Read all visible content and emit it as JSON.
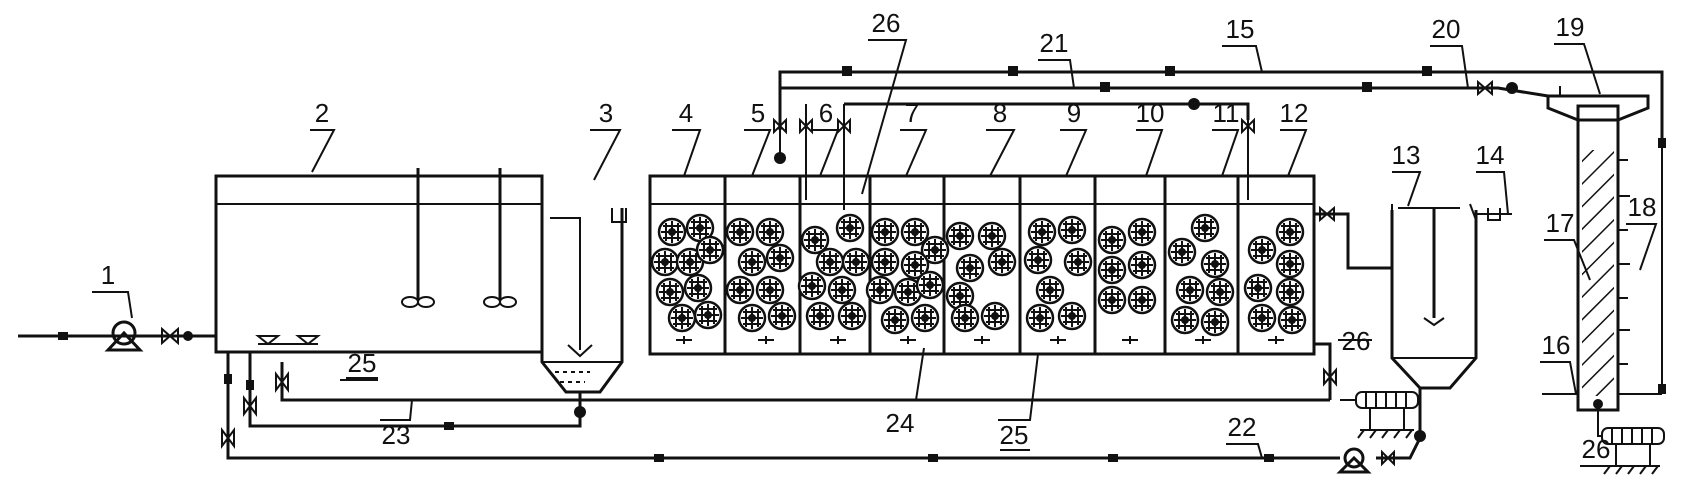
{
  "labels": [
    {
      "id": "n1",
      "text": "1"
    },
    {
      "id": "n2",
      "text": "2"
    },
    {
      "id": "n3",
      "text": "3"
    },
    {
      "id": "n4",
      "text": "4"
    },
    {
      "id": "n5",
      "text": "5"
    },
    {
      "id": "n6",
      "text": "6"
    },
    {
      "id": "n7",
      "text": "7"
    },
    {
      "id": "n8",
      "text": "8"
    },
    {
      "id": "n9",
      "text": "9"
    },
    {
      "id": "n10",
      "text": "10"
    },
    {
      "id": "n11",
      "text": "11"
    },
    {
      "id": "n12",
      "text": "12"
    },
    {
      "id": "n13",
      "text": "13"
    },
    {
      "id": "n14",
      "text": "14"
    },
    {
      "id": "n15",
      "text": "15"
    },
    {
      "id": "n16",
      "text": "16"
    },
    {
      "id": "n17",
      "text": "17"
    },
    {
      "id": "n18",
      "text": "18"
    },
    {
      "id": "n19",
      "text": "19"
    },
    {
      "id": "n20",
      "text": "20"
    },
    {
      "id": "n21",
      "text": "21"
    },
    {
      "id": "n22",
      "text": "22"
    },
    {
      "id": "n23",
      "text": "23"
    },
    {
      "id": "n24",
      "text": "24"
    },
    {
      "id": "n25a",
      "text": "25"
    },
    {
      "id": "n25b",
      "text": "25"
    },
    {
      "id": "n26a",
      "text": "26"
    },
    {
      "id": "n26b",
      "text": "26"
    },
    {
      "id": "n26c",
      "text": "26"
    }
  ]
}
